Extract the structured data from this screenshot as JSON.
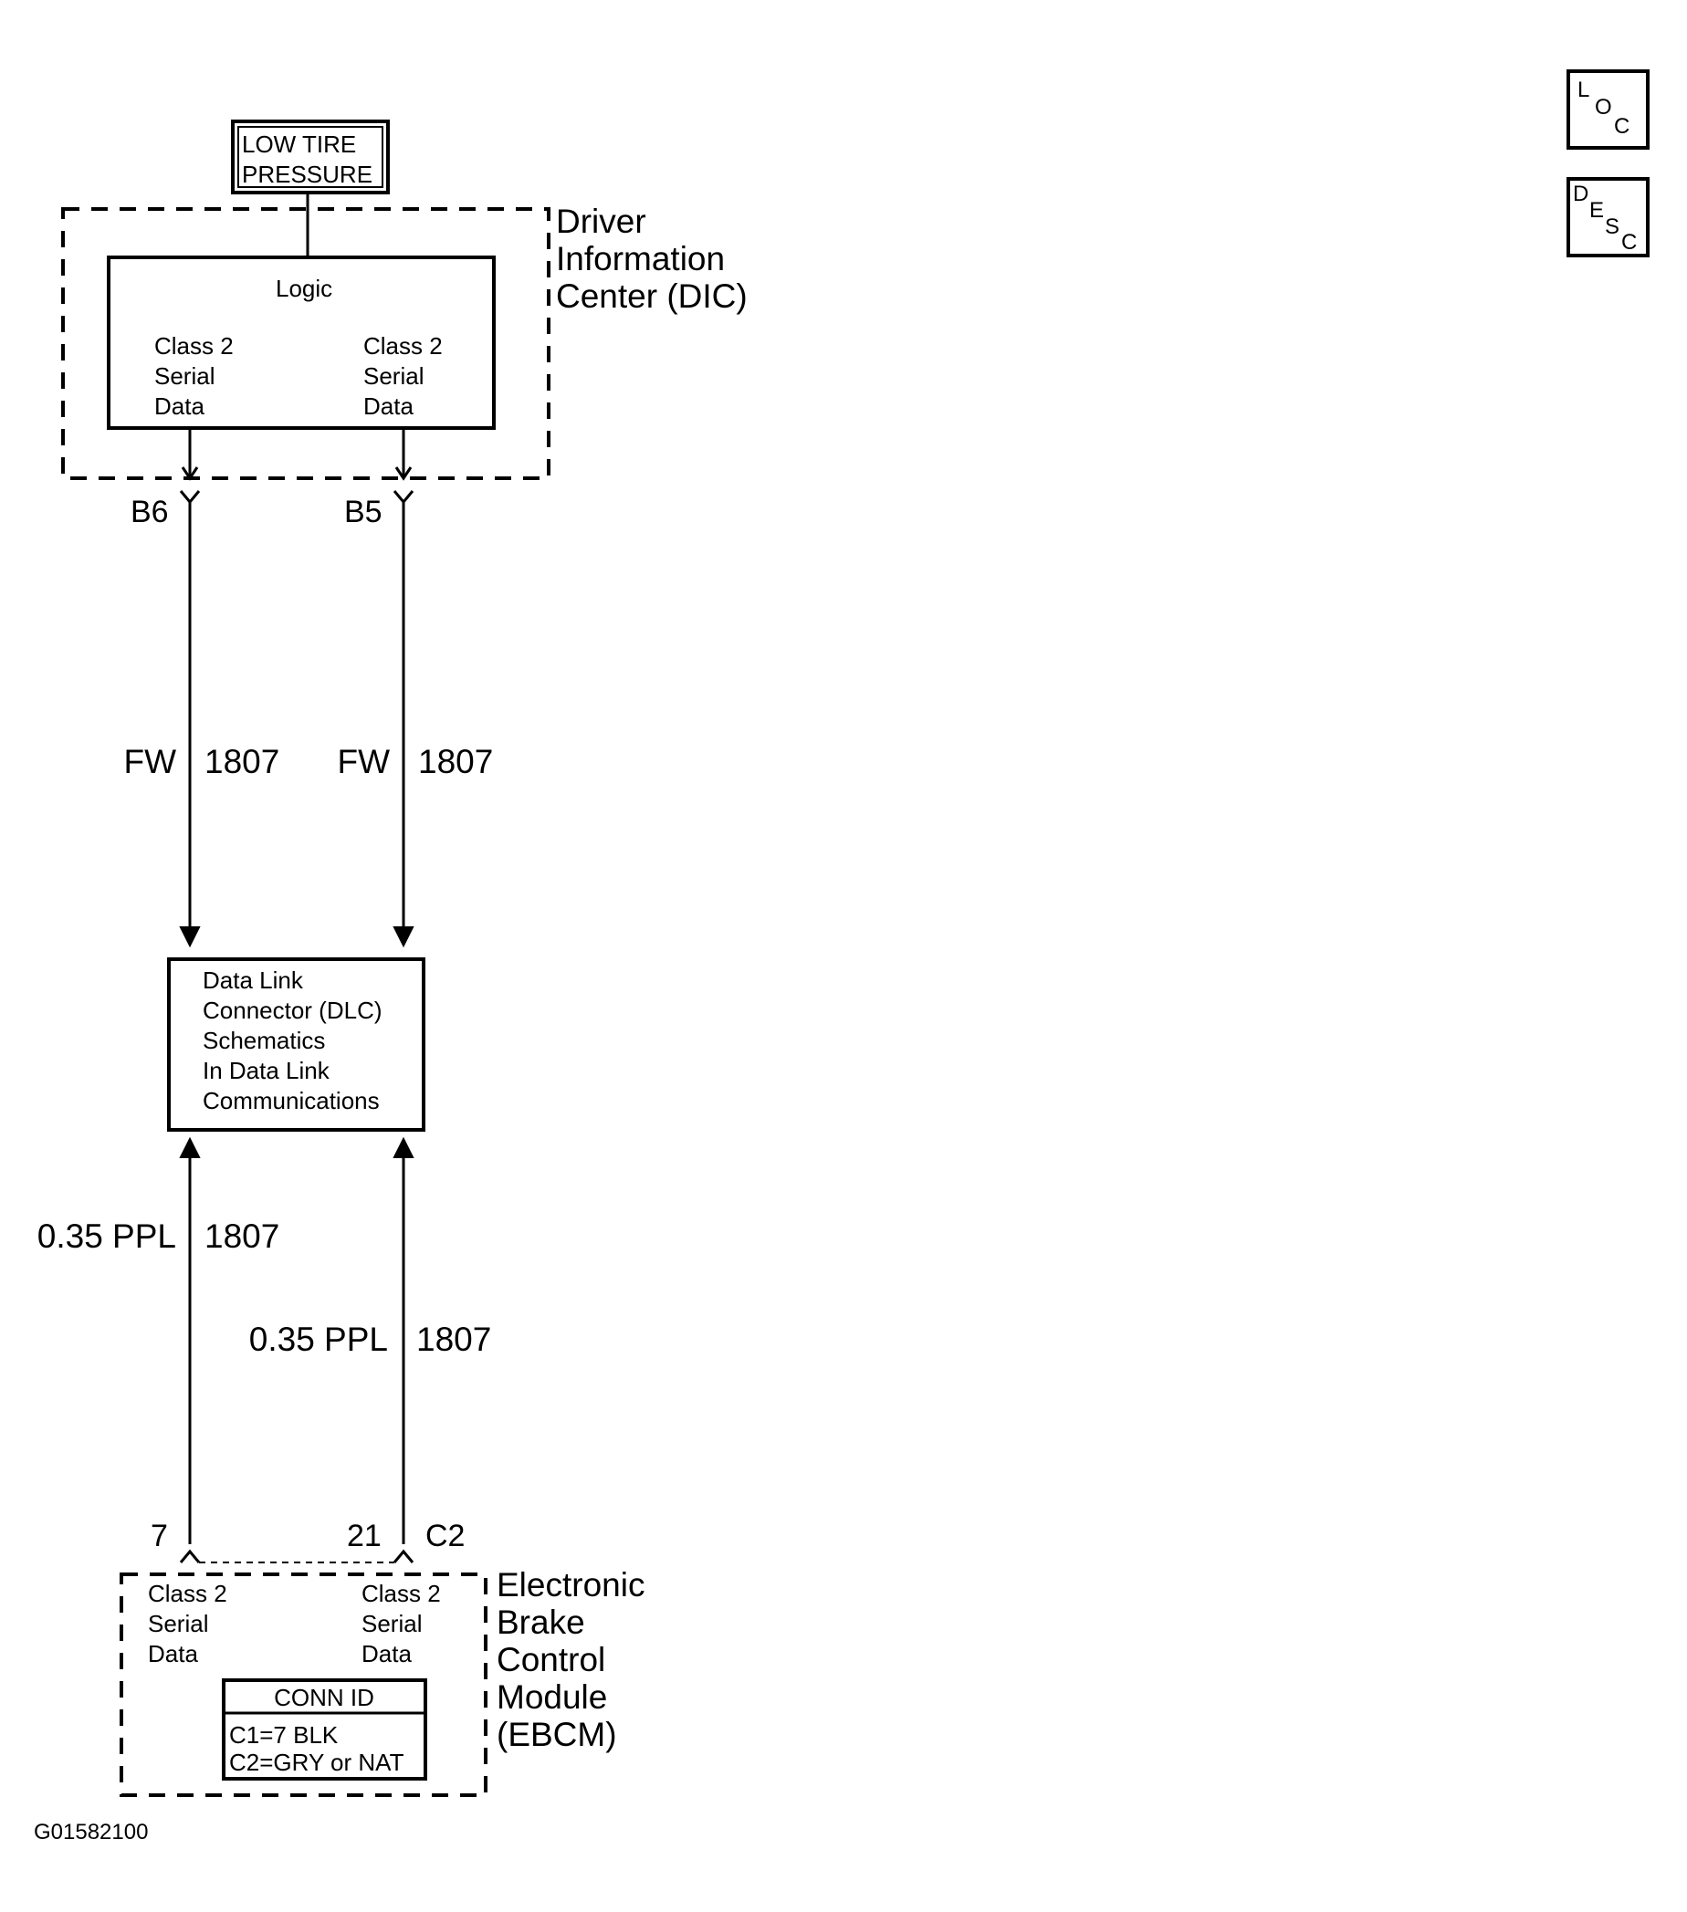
{
  "indicator": {
    "line1": "LOW TIRE",
    "line2": "PRESSURE"
  },
  "dic": {
    "title_lines": [
      "Driver",
      "Information",
      "Center (DIC)"
    ],
    "logic_label": "Logic",
    "left_terminal": [
      "Class 2",
      "Serial",
      "Data"
    ],
    "right_terminal": [
      "Class 2",
      "Serial",
      "Data"
    ],
    "pin_left": "B6",
    "pin_right": "B5"
  },
  "upper_wires": {
    "left": {
      "color": "FW",
      "circuit": "1807"
    },
    "right": {
      "color": "FW",
      "circuit": "1807"
    }
  },
  "dlc": {
    "lines": [
      "Data Link",
      "Connector (DLC)",
      "Schematics",
      "In Data Link",
      "Communications"
    ]
  },
  "lower_wires": {
    "left": {
      "color": "0.35 PPL",
      "circuit": "1807"
    },
    "right": {
      "color": "0.35 PPL",
      "circuit": "1807"
    }
  },
  "ebcm": {
    "pin_left": "7",
    "pin_right": "21",
    "connector": "C2",
    "left_terminal": [
      "Class 2",
      "Serial",
      "Data"
    ],
    "right_terminal": [
      "Class 2",
      "Serial",
      "Data"
    ],
    "title_lines": [
      "Electronic",
      "Brake",
      "Control",
      "Module",
      "(EBCM)"
    ],
    "conn_id_title": "CONN ID",
    "conn_id_rows": [
      "C1=7 BLK",
      "C2=GRY or NAT"
    ]
  },
  "figure_id": "G01582100",
  "side_buttons": {
    "loc": {
      "l1": "L",
      "l2": "O",
      "l3": "C"
    },
    "desc": {
      "l1": "D",
      "l2": "E",
      "l3": "S",
      "l4": "C"
    }
  }
}
